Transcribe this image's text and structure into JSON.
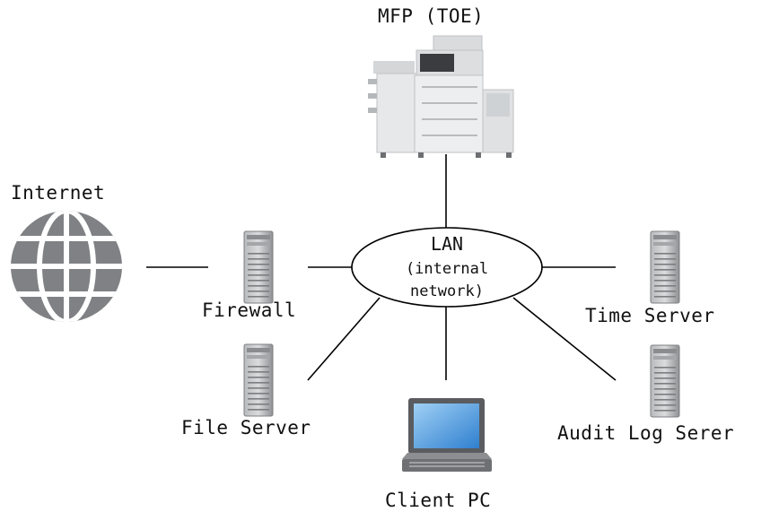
{
  "nodes": {
    "mfp": {
      "label": "MFP (TOE)",
      "icon": "multifunction-printer-icon"
    },
    "internet": {
      "label": "Internet",
      "icon": "globe-icon"
    },
    "firewall": {
      "label": "Firewall",
      "icon": "server-tower-icon"
    },
    "lan": {
      "line1": "LAN",
      "line2": "(internal",
      "line3": "network)"
    },
    "time_server": {
      "label": "Time Server",
      "icon": "server-tower-icon"
    },
    "file_server": {
      "label": "File Server",
      "icon": "server-tower-icon"
    },
    "client_pc": {
      "label": "Client PC",
      "icon": "laptop-icon"
    },
    "audit_log_server": {
      "label": "Audit Log Serer",
      "icon": "server-tower-icon"
    }
  },
  "colors": {
    "line": "#000000",
    "globe": "#7f8184",
    "server_dark": "#8a8c8f",
    "server_light": "#c9cbcd",
    "printer_body": "#e3e5e7",
    "printer_shade": "#c3c6c9",
    "laptop_screen": "#4a90d9",
    "laptop_body": "#6e7074"
  }
}
